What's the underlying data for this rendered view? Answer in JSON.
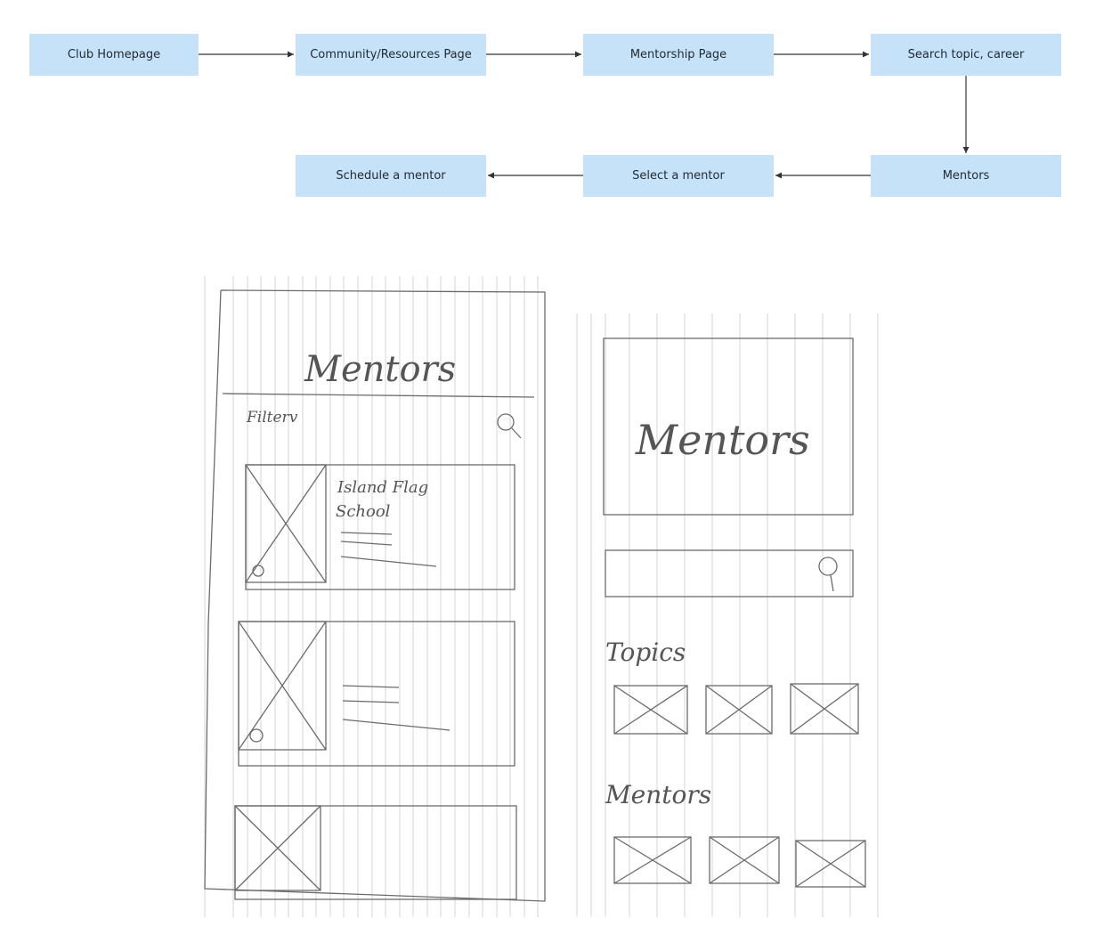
{
  "flow": {
    "steps": [
      "Club Homepage",
      "Community/Resources Page",
      "Mentorship Page",
      "Search topic, career",
      "Mentors",
      "Select a mentor",
      "Schedule a mentor"
    ]
  },
  "sketch_left": {
    "title": "Mentors",
    "filter_label": "Filterv",
    "card1_title_line1": "Island Flag",
    "card1_title_line2": "School"
  },
  "sketch_right": {
    "title": "Mentors",
    "topics_heading": "Topics",
    "mentors_heading": "Mentors"
  },
  "colors": {
    "flow_box_fill": "#c6e2f9",
    "pencil": "#6b6b6b",
    "grid_line": "#cfcfcf"
  }
}
